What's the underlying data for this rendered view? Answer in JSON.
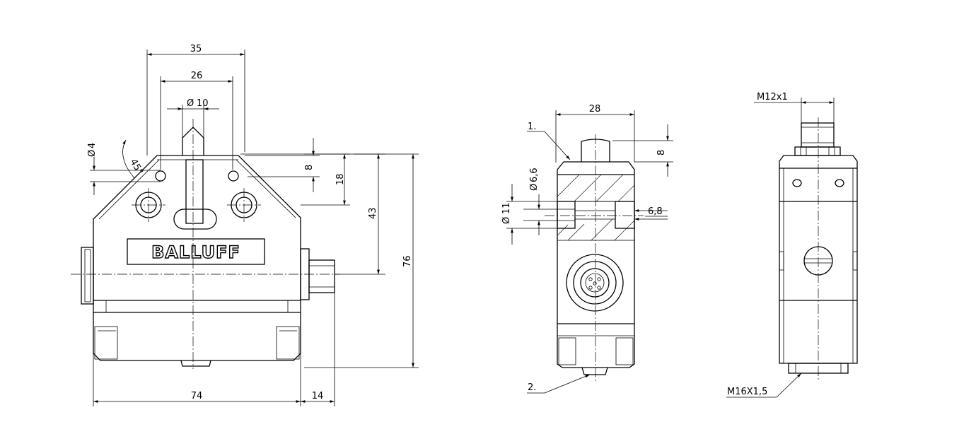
{
  "brand": "BALLUFF",
  "front_view": {
    "dims": {
      "width_top_outer": "35",
      "width_top_inner": "26",
      "plunger_dia": "10",
      "hole_dia_prefix": "Ø",
      "hole_dia": "4",
      "chamfer": "45°",
      "plunger_travel": "8",
      "plunger_height": "18",
      "center_height": "43",
      "total_height": "76",
      "body_width": "74",
      "connector_length": "14"
    }
  },
  "side_view": {
    "dims": {
      "width": "28",
      "top_height": "8",
      "bore_small": "6,6",
      "bore_large": "11",
      "slot": "6,8"
    },
    "callouts": [
      "1.",
      "2."
    ]
  },
  "back_view": {
    "dims": {
      "thread_top": "M12x1",
      "thread_bottom": "M16X1,5"
    }
  }
}
